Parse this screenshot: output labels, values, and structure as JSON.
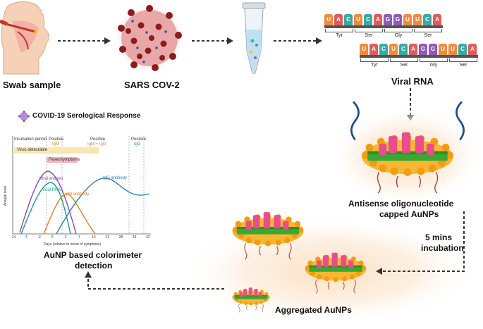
{
  "steps": {
    "swab_label": "Swab sample",
    "virus_label": "SARS COV-2",
    "rna_label": "Viral RNA",
    "antisense_label_1": "Antisense oligonucleotide",
    "antisense_label_2": "capped AuNPs",
    "incubation_label_1": "5 mins",
    "incubation_label_2": "incubation",
    "aggregated_label": "Aggregated AuNPs",
    "colorimeter_label_1": "AuNP based colorimeter",
    "colorimeter_label_2": "detection"
  },
  "rna_strand_1": {
    "bases": [
      "U",
      "A",
      "C",
      "U",
      "C",
      "A",
      "G",
      "G",
      "U",
      "U",
      "C",
      "A"
    ],
    "codons": [
      "Tyr",
      "Ser",
      "Gly",
      "Ser"
    ]
  },
  "rna_strand_2": {
    "bases": [
      "U",
      "A",
      "C",
      "U",
      "C",
      "A",
      "G",
      "G",
      "U",
      "U",
      "C",
      "A"
    ],
    "codons": [
      "Tyr",
      "Ser",
      "Gly",
      "Ser"
    ]
  },
  "base_colors": {
    "U": "#f08a3c",
    "A": "#e35a5a",
    "C": "#3aa9a0",
    "G": "#8e5bb5"
  },
  "serology": {
    "title": "COVID-19 Serological Response",
    "phase_incubation": "Incubation period",
    "phase_positive_igm": "Positive",
    "phase_positive_igm_sub": "IgM",
    "phase_positive_both": "Positive",
    "phase_positive_both_sub": "IgM + IgG",
    "phase_positive_igg": "Positive",
    "phase_positive_igg_sub": "IgG",
    "virus_detectable": "Virus detectable",
    "fever_symptoms": "Fever/symptoms",
    "viral_antigen": "Viral antigen",
    "viral_rna": "Viral RNA",
    "igm_antibody": "IgM antibody",
    "igg_antibody": "IgG antibody",
    "ylabel": "Analyte level",
    "xlabel": "Days (relative to onset of symptoms)",
    "xticks": [
      "-14",
      "-7",
      "-2",
      "0",
      "2",
      "7",
      "14",
      "21",
      "28",
      "35",
      "42"
    ]
  },
  "colors": {
    "viral_antigen": "#8e44ad",
    "viral_rna": "#16a085",
    "igm": "#e67e22",
    "igg": "#2980b9"
  }
}
